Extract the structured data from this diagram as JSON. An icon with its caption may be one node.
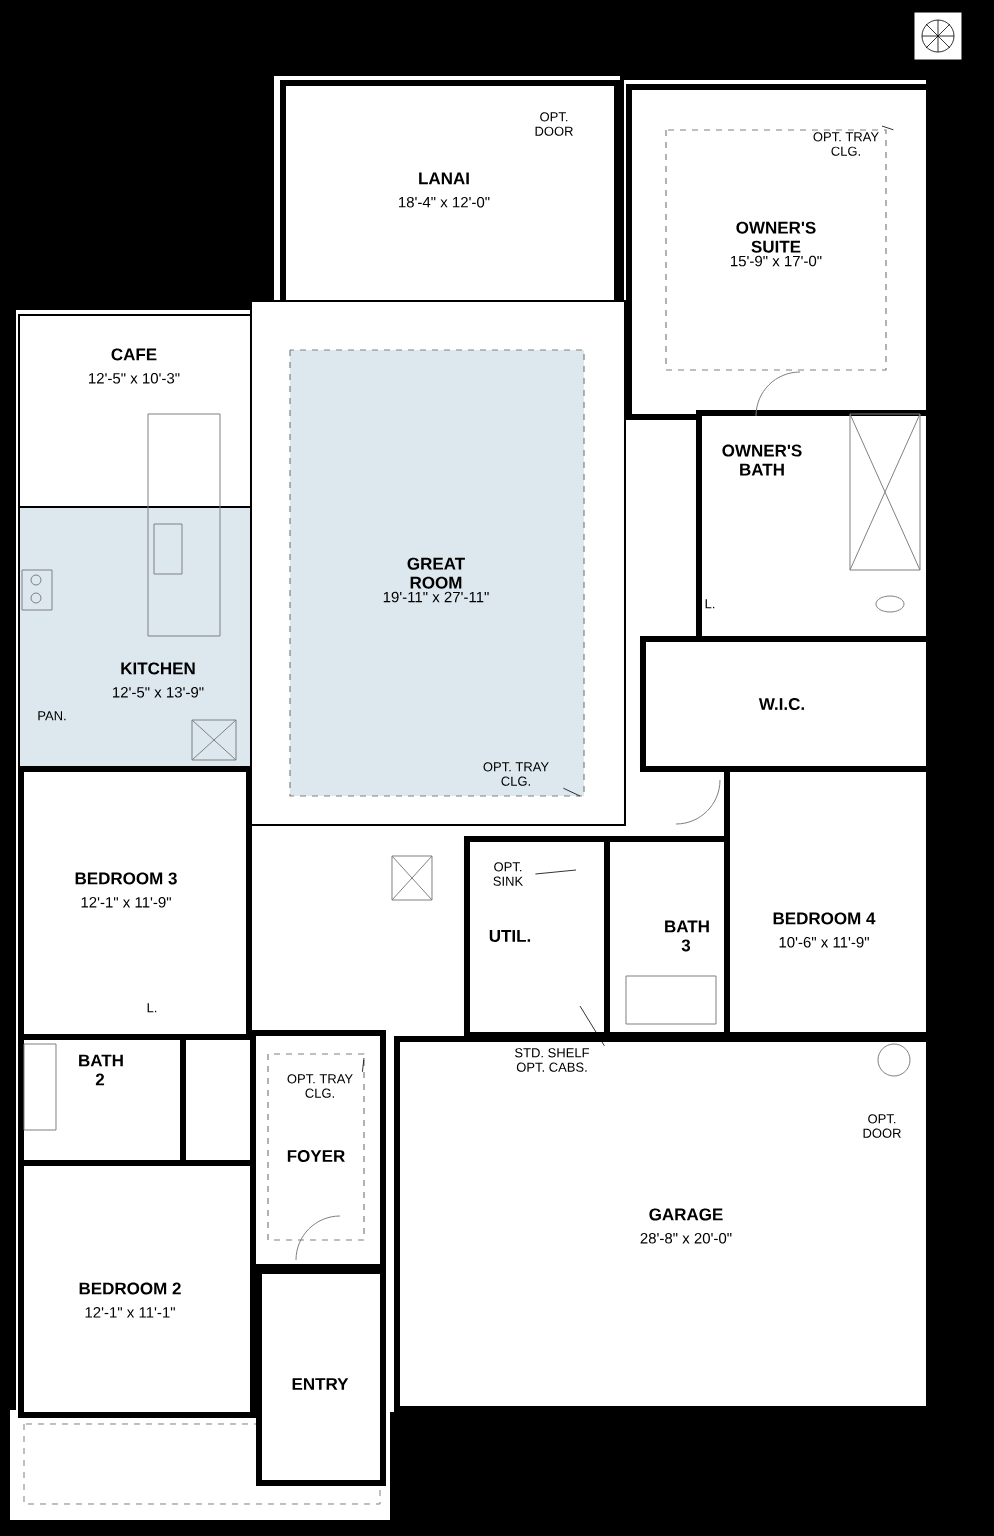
{
  "diagram": {
    "nodes": [
      {
        "text": [
          "LANAI",
          "18'-4\" x 12'-0\""
        ]
      },
      {
        "text": [
          "OWNER'S SUITE",
          "15'-9\" x 17'-0\""
        ]
      },
      {
        "text": [
          "CAFE",
          "12'-5\" x 10'-3\""
        ]
      },
      {
        "text": [
          "GREAT ROOM",
          "19'-11\" x 27'-11\""
        ]
      },
      {
        "text": [
          "OWNER'S BATH"
        ]
      },
      {
        "text": [
          "KITCHEN",
          "12'-5\" x 13'-9\""
        ]
      },
      {
        "text": [
          "W.I.C."
        ]
      },
      {
        "text": [
          "BEDROOM 3",
          "12'-1\" x 11'-9\""
        ]
      },
      {
        "text": [
          "UTIL."
        ]
      },
      {
        "text": [
          "BATH 3"
        ]
      },
      {
        "text": [
          "BEDROOM 4",
          "10'-6\" x 11'-9\""
        ]
      },
      {
        "text": [
          "BATH 2"
        ]
      },
      {
        "text": [
          "FOYER"
        ]
      },
      {
        "text": [
          "GARAGE",
          "28'-8\" x 20'-0\""
        ]
      },
      {
        "text": [
          "BEDROOM 2",
          "12'-1\" x 11'-1\""
        ]
      },
      {
        "text": [
          "ENTRY"
        ]
      },
      {
        "text": [
          "OPT. TRAY CLG."
        ],
        "in": 1
      },
      {
        "text": [
          "OPT. TRAY CLG."
        ],
        "in": 3
      },
      {
        "text": [
          "OPT. SINK"
        ],
        "in": 8
      },
      {
        "text": [
          "STD. SHELF OPT. CABS."
        ],
        "in": 13
      },
      {
        "text": [
          "OPT. TRAY CLG."
        ],
        "in": 12
      }
    ],
    "edges": [
      {
        "from": 16,
        "to": null,
        "arrow": "none"
      },
      {
        "from": 17,
        "to": null,
        "arrow": "none"
      },
      {
        "from": 18,
        "to": null,
        "arrow": "none"
      },
      {
        "from": 19,
        "to": null,
        "arrow": "none"
      },
      {
        "from": 20,
        "to": null,
        "arrow": "none"
      }
    ],
    "labels": [
      "OPT. DOOR",
      "PAN.",
      "L.",
      "L.",
      "OPT. DOOR"
    ]
  }
}
